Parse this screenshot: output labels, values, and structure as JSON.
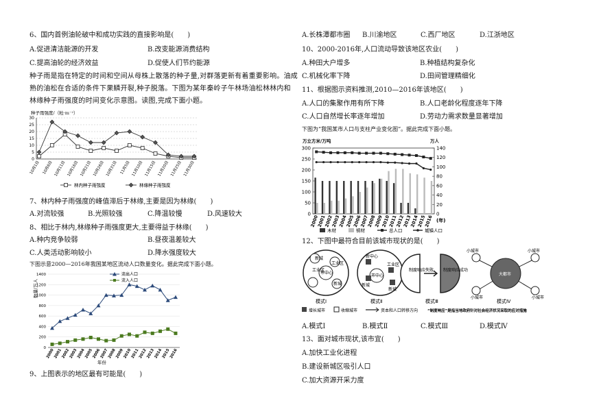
{
  "left": {
    "q6": {
      "stem": "6、国内首例油轮破中和成功实践的直接影响是(　　)",
      "a": "A.促进清洁能源的开发",
      "b": "B.改变能源消费结构",
      "c": "C.提高油轮的经济效益",
      "d": "D.促使人们节约能源"
    },
    "passage1": {
      "line1": "种子雨是指在特定的时间和空间从母株上散落的种子量,对群落更新有着重要影响。油成",
      "line2": "熟的油松在合适的条件下果鳞开裂,种子脱落。下图为某年秦岭子午林场油松林林内和",
      "line3": "林缘种子雨强度的时间变化示意图。读图,完成下面小题。"
    },
    "q7": {
      "stem": "7、林内种子雨强度的峰值滞后于林缘,主要是因为林缘(　　)",
      "a": "A.对流较强",
      "b": "B.光照较强",
      "c": "C.降温较慢",
      "d": "D.风速较大"
    },
    "q8": {
      "stem": "8、相比于林内,林缘种子雨强度更大,主要得益于林缘(　　)",
      "a": "A.种内竞争较弱",
      "b": "B.昼夜温差较大",
      "c": "C.人类活动影响较小",
      "d": "D.降水强度较大"
    },
    "passage2": "下图示意2000—2016年我国某地区流动人口数量变化。据此完成下面小题。",
    "q9": {
      "stem": "9、上图表示的地区最有可能是(　　)"
    }
  },
  "right": {
    "q9opts": {
      "a": "A.长株潭都市圈",
      "b": "B.川渝地区",
      "c": "C.西厂地区",
      "d": "D.江浙地区"
    },
    "q10": {
      "stem": "10、2000-2016年,人口流动导致该地区农业(　　)",
      "a": "A.种田大户增多",
      "b": "B.种植结构复杂化",
      "c": "C.机械化率下降",
      "d": "D.田间管理精细化"
    },
    "q11": {
      "stem": "11、根据图示资料推测,2010—2016年该地区(　　)",
      "a": "A.人口的集聚作用有所下降",
      "b": "B.人口老龄化程度逐年下降",
      "c": "C.人口自然增长率逐年增加",
      "d": "D.劳动力需求数量显著增加"
    },
    "passage3": "下图为“我国某市人口与支柱产业变化图”。据此完成下面小题。",
    "q12": {
      "stem": "12、下图中最符合目前该城市现状的是(　　)",
      "a": "A.模式Ⅰ",
      "b": "B.模式Ⅱ",
      "c": "C.模式Ⅲ",
      "d": "D.模式Ⅳ"
    },
    "q13": {
      "stem": "13、面对城市现状,该市宜(　　)",
      "a": "A.加快工业化进程",
      "b": "B.建设新城区吸引人口",
      "c": "C.加大资源开采力度"
    }
  },
  "chart_data": [
    {
      "type": "line",
      "ylabel": "种子雨强度/（粒·m⁻²）",
      "categories": [
        "10月1日",
        "10月6日",
        "10月11日",
        "10月16日",
        "10月21日",
        "10月26日",
        "10月31日",
        "11月5日",
        "11月10日",
        "11月15日",
        "11月20日",
        "11月25日",
        "11月30日"
      ],
      "ylim": [
        0,
        30
      ],
      "yticks": [
        0,
        5,
        10,
        15,
        20,
        25,
        30
      ],
      "series": [
        {
          "name": "林内种子雨强度",
          "marker": "square",
          "values": [
            2,
            10,
            18,
            9,
            6,
            8,
            6,
            10,
            8,
            4,
            2,
            1,
            1
          ]
        },
        {
          "name": "林缘种子雨强度",
          "marker": "diamond",
          "values": [
            5,
            27,
            20,
            17,
            12,
            12,
            19,
            20,
            16,
            12,
            3,
            2,
            2
          ]
        }
      ],
      "legend": "bottom"
    },
    {
      "type": "line",
      "ylabel": "数量/万人",
      "xlabel": "年份",
      "categories": [
        "2000",
        "2001",
        "2002",
        "2003",
        "2004",
        "2005",
        "2006",
        "2007",
        "2008",
        "2009",
        "2010",
        "2011",
        "2012",
        "2013",
        "2014",
        "2015",
        "2016"
      ],
      "ylim": [
        0,
        1400
      ],
      "yticks": [
        0,
        200,
        400,
        600,
        800,
        1000,
        1200,
        1400
      ],
      "series": [
        {
          "name": "流出人口",
          "marker": "triangle",
          "values": [
            370,
            500,
            560,
            620,
            720,
            650,
            800,
            1000,
            990,
            1000,
            1200,
            1170,
            1100,
            1180,
            1100,
            900,
            960
          ]
        },
        {
          "name": "流入人口",
          "marker": "square",
          "values": [
            60,
            80,
            110,
            140,
            160,
            190,
            160,
            130,
            140,
            220,
            250,
            220,
            290,
            270,
            310,
            350,
            270
          ]
        }
      ],
      "legend": "top-left"
    },
    {
      "type": "bar",
      "ylabel_left": "万立方米/万吨",
      "ylabel_right": "万人",
      "xlabel": "(年)",
      "categories": [
        "2000",
        "2001",
        "2002",
        "2003",
        "2004",
        "2005",
        "2006",
        "2007",
        "2008",
        "2009",
        "2010",
        "2011",
        "2012",
        "2013",
        "2014",
        "2015",
        "2016"
      ],
      "ylim_left": [
        0,
        300
      ],
      "yticks_left": [
        0,
        50,
        100,
        150,
        200,
        250,
        300
      ],
      "ylim_right": [
        0,
        140
      ],
      "yticks_right": [
        0,
        20,
        40,
        60,
        80,
        100,
        120,
        140
      ],
      "bar_series": [
        {
          "name": "木材",
          "values": [
            165,
            150,
            150,
            150,
            150,
            150,
            150,
            150,
            150,
            160,
            150,
            140,
            50,
            50,
            25,
            0,
            0
          ]
        },
        {
          "name": "铜材",
          "values": [
            50,
            50,
            60,
            60,
            70,
            80,
            100,
            120,
            140,
            160,
            195,
            205,
            205,
            185,
            180,
            165,
            150
          ]
        }
      ],
      "line_series": [
        {
          "name": "总人口",
          "values": [
            132,
            131,
            130,
            130,
            130,
            130,
            129,
            129,
            129,
            129,
            128,
            127,
            126,
            125,
            124,
            121,
            118
          ]
        },
        {
          "name": "城镇人口",
          "values": [
            110,
            110,
            110,
            110,
            110,
            110,
            110,
            110,
            110,
            110,
            109,
            109,
            108,
            107,
            107,
            97,
            94
          ]
        }
      ],
      "legend": "bottom"
    }
  ],
  "diagram": {
    "models": [
      {
        "caption": "模式Ⅰ",
        "labels": [
          "工业区",
          "工业区",
          "新城",
          "市中心",
          "新城"
        ]
      },
      {
        "caption": "模式Ⅱ",
        "labels": [
          "新中心",
          "工业区",
          "市中心",
          "新城",
          "新城"
        ]
      },
      {
        "caption": "模式Ⅲ",
        "labels": [
          "制度响应失败",
          "制度响应成功"
        ]
      },
      {
        "caption": "模式Ⅳ",
        "labels": [
          "小城市",
          "小城市",
          "大都市",
          "小城市",
          "小城市"
        ]
      }
    ],
    "legend": {
      "grow": "增长城市",
      "shrink": "收缩城市",
      "flow": "资本和人口转移方向",
      "note": "“制度响应”是指当地政府针对社会经济状况采取的应对措施"
    }
  }
}
